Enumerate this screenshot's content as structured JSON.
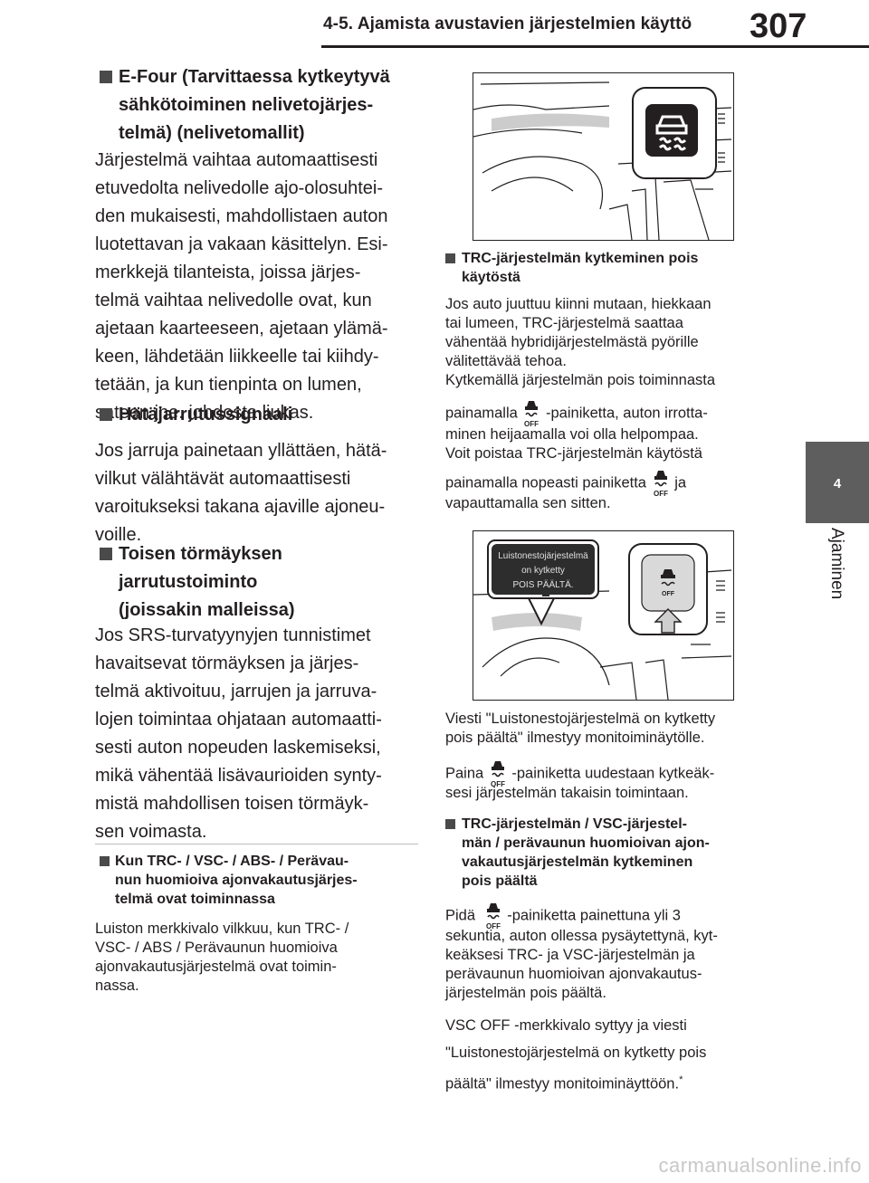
{
  "header": {
    "section_title": "4-5. Ajamista avustavien järjestelmien käyttö",
    "page_number": "307"
  },
  "side_tab": {
    "chapter_number": "4",
    "chapter_label": "Ajaminen"
  },
  "left": {
    "sec1_title_lines": [
      "E-Four (Tarvittaessa kytkeytyvä",
      "sähkötoiminen nelivetojärjes-",
      "telmä) (nelivetomallit)"
    ],
    "sec1_body": "Järjestelmä vaihtaa automaattisesti\netuvedolta nelivedolle ajo-olosuhtei-\nden mukaisesti, mahdollistaen auton\nluotettavan ja vakaan käsittelyn. Esi-\nmerkkejä tilanteista, joissa järjes-\ntelmä vaihtaa nelivedolle ovat, kun\najetaan kaarteeseen, ajetaan ylämä-\nkeen, lähdetään liikkeelle tai kiihdy-\ntetään, ja kun tienpinta on lumen,\nsateen jne. johdosta liukas.",
    "sec2_title": "Hätäjarrutussignaali",
    "sec2_body": "Jos jarruja painetaan yllättäen, hätä-\nvilkut välähtävät automaattisesti\nvaroitukseksi takana ajaville ajoneu-\nvoille.",
    "sec3_title_lines": [
      "Toisen törmäyksen",
      "jarrutustoiminto",
      "(joissakin malleissa)"
    ],
    "sec3_body": "Jos SRS-turvatyynyjen tunnistimet\nhavaitsevat törmäyksen ja järjes-\ntelmä aktivoituu, jarrujen ja jarruva-\nlojen toimintaa ohjataan automaatti-\nsesti auton nopeuden laskemiseksi,\nmikä vähentää lisävaurioiden synty-\nmistä mahdollisen toisen törmäyk-\nsen voimasta.",
    "sec4_title": "Kun TRC- / VSC- / ABS- / Perävau-\nnun huomioiva ajonvakautusjärjes-\ntelmä ovat toiminnassa",
    "sec4_body": "Luiston merkkivalo vilkkuu, kun TRC- /\nVSC- / ABS / Perävaunun huomioiva\najonvakautusjärjestelmä ovat toimin-\nnassa."
  },
  "right": {
    "sec5_title": "TRC-järjestelmän kytkeminen pois\nkäytöstä",
    "sec5_body_a": "Jos auto juuttuu kiinni mutaan, hiekkaan\ntai lumeen, TRC-järjestelmä saattaa\nvähentää hybridijärjestelmästä pyörille\nvälitettävää tehoa.\nKytkemällä järjestelmän pois toiminnasta",
    "sec5_line_icon1_pre": "painamalla",
    "sec5_line_icon1_post": "-painiketta, auton irrotta-",
    "sec5_body_b": "minen heijaamalla voi olla helpompaa.\nVoit poistaa TRC-järjestelmän käytöstä",
    "sec5_line_icon2_pre": "painamalla nopeasti painiketta",
    "sec5_line_icon2_post": "ja",
    "sec5_body_c": "vapauttamalla sen sitten.",
    "fig2_message": [
      "Luistonestojärjestelmä",
      "on kytketty",
      "POIS PÄÄLTÄ."
    ],
    "sec5_after_fig": "Viesti \"Luistonestojärjestelmä on kytketty\npois päältä\" ilmestyy monitoiminäytölle.",
    "sec5_paina_pre": "Paina",
    "sec5_paina_post": "-painiketta uudestaan kytkeäk-",
    "sec5_paina_tail": "sesi järjestelmän takaisin toimintaan.",
    "sec6_title": "TRC-järjestelmän / VSC-järjestel-\nmän / perävaunun huomioivan ajon-\nvakautusjärjestelmän kytkeminen\npois päältä",
    "sec6_pida_pre": "Pidä",
    "sec6_pida_post": "-painiketta painettuna yli 3",
    "sec6_body_a": "sekuntia, auton ollessa pysäytettynä, kyt-\nkeäksesi TRC- ja VSC-järjestelmän ja\nperävaunun huomioivan ajonvakautus-\njärjestelmän pois päältä.",
    "sec6_body_b": "VSC OFF -merkkivalo syttyy ja viesti",
    "sec6_body_c": "\"Luistonestojärjestelmä on kytketty pois",
    "sec6_body_d": "päältä\" ilmestyy monitoiminäyttöön.",
    "footnote_mark": "*"
  },
  "icon_text": "OFF",
  "watermark": "carmanualsonline.info",
  "colors": {
    "side_tab": "#5e5e5e",
    "text": "#231f20",
    "bullet": "#4a4a4a"
  }
}
